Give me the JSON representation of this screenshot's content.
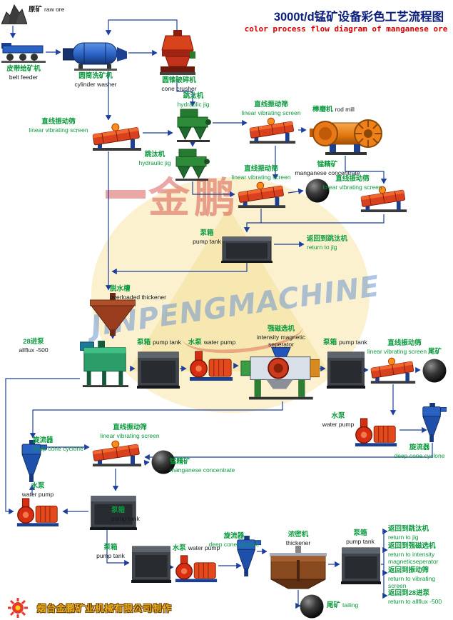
{
  "title": {
    "cn": "3000t/d锰矿设备彩色工艺流程图",
    "en": "color process flow diagram of manganese ore"
  },
  "watermark": {
    "brand": "JINPENGMACHINE",
    "brand_cn": "金鹏"
  },
  "footer": {
    "company": "烟台金鹏矿业机械有限公司制作"
  },
  "labels": {
    "raw_ore": {
      "cn": "原矿",
      "en": "raw ore"
    },
    "belt_feeder": {
      "cn": "皮带给矿机",
      "en": "belt feeder"
    },
    "cylinder_washer": {
      "cn": "圆筒洗矿机",
      "en": "cylinder washer"
    },
    "cone_crusher": {
      "cn": "圆锥破碎机",
      "en": "cone crusher"
    },
    "jig": {
      "cn": "跳汰机",
      "en": "hydraulic jig"
    },
    "screen": {
      "cn": "直线振动筛",
      "en": "linear vibrating screen"
    },
    "rod_mill": {
      "cn": "棒磨机",
      "en": "rod mill"
    },
    "concentrate": {
      "cn": "锰精矿",
      "en": "manganese concentrate"
    },
    "pump_tank": {
      "cn": "泵箱",
      "en": "pump tank"
    },
    "water_pump": {
      "cn": "水泵",
      "en": "water pump"
    },
    "cyclone": {
      "cn": "旋流器",
      "en": "deep cone cyclone"
    },
    "thickener_cone": {
      "cn": "脱水槽",
      "en": "overloaded thickener"
    },
    "allflux": {
      "cn": "28进泵",
      "en": "allflux -500"
    },
    "magnetic_separator": {
      "cn": "强磁选机",
      "en": "intensity magnetic seperator"
    },
    "thickener": {
      "cn": "浓密机",
      "en": "thickener"
    },
    "tailing": {
      "cn": "尾矿",
      "en": "tailing"
    },
    "return_jig": {
      "cn": "返回到跳汰机",
      "en": "return to jig"
    },
    "return_magnetic": {
      "cn": "返回到强磁选机",
      "en": "return to intensity magneticseperator"
    },
    "return_screen": {
      "cn": "返回到振动筛",
      "en": "return to vibrating screen"
    },
    "return_allflux": {
      "cn": "返回到28进泵",
      "en": "return to allflux -500"
    }
  }
}
